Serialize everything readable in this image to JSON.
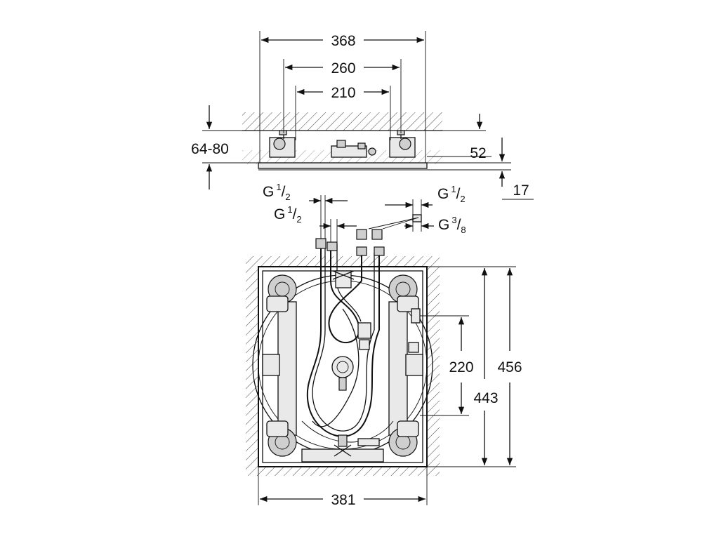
{
  "diagram": {
    "top_view": {
      "width_overall": "368",
      "width_mid": "260",
      "width_inner": "210",
      "height_range": "64-80",
      "height_52": "52",
      "height_17": "17"
    },
    "connections": {
      "left_upper": {
        "base": "G",
        "sup": "1",
        "sub": "2"
      },
      "left_lower": {
        "base": "G",
        "sup": "1",
        "sub": "2"
      },
      "right_upper": {
        "base": "G",
        "sup": "1",
        "sub": "2"
      },
      "right_lower": {
        "base": "G",
        "sup": "3",
        "sub": "8"
      }
    },
    "plan_view": {
      "height_inner": "220",
      "height_overall": "456",
      "height_body": "443",
      "width_bottom": "381"
    }
  }
}
